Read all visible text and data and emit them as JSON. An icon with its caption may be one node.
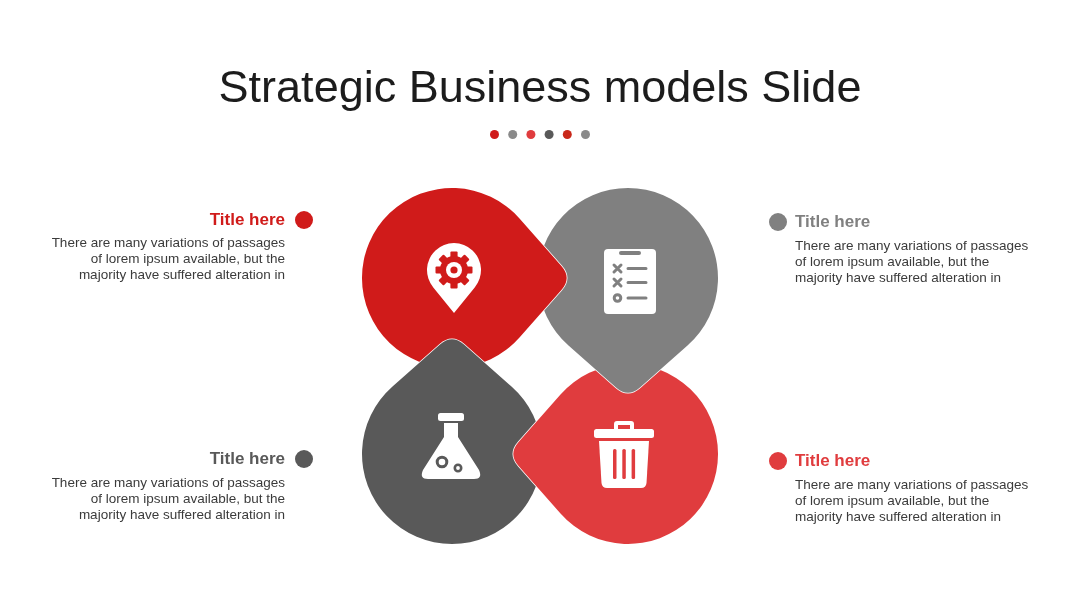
{
  "diagram": {
    "title": "Strategic Business models Slide",
    "labels": [
      "Title here",
      "There are many variations of passages of lorem ipsum available, but the majority have suffered alteration in",
      "Title here",
      "There are many variations of passages of lorem ipsum available, but the majority have suffered alteration in",
      "Title here",
      "There are many variations of passages of lorem ipsum available, but the majority have suffered alteration in",
      "Title here",
      "There are many variations of passages of lorem ipsum available, but the majority have suffered alteration in"
    ]
  }
}
